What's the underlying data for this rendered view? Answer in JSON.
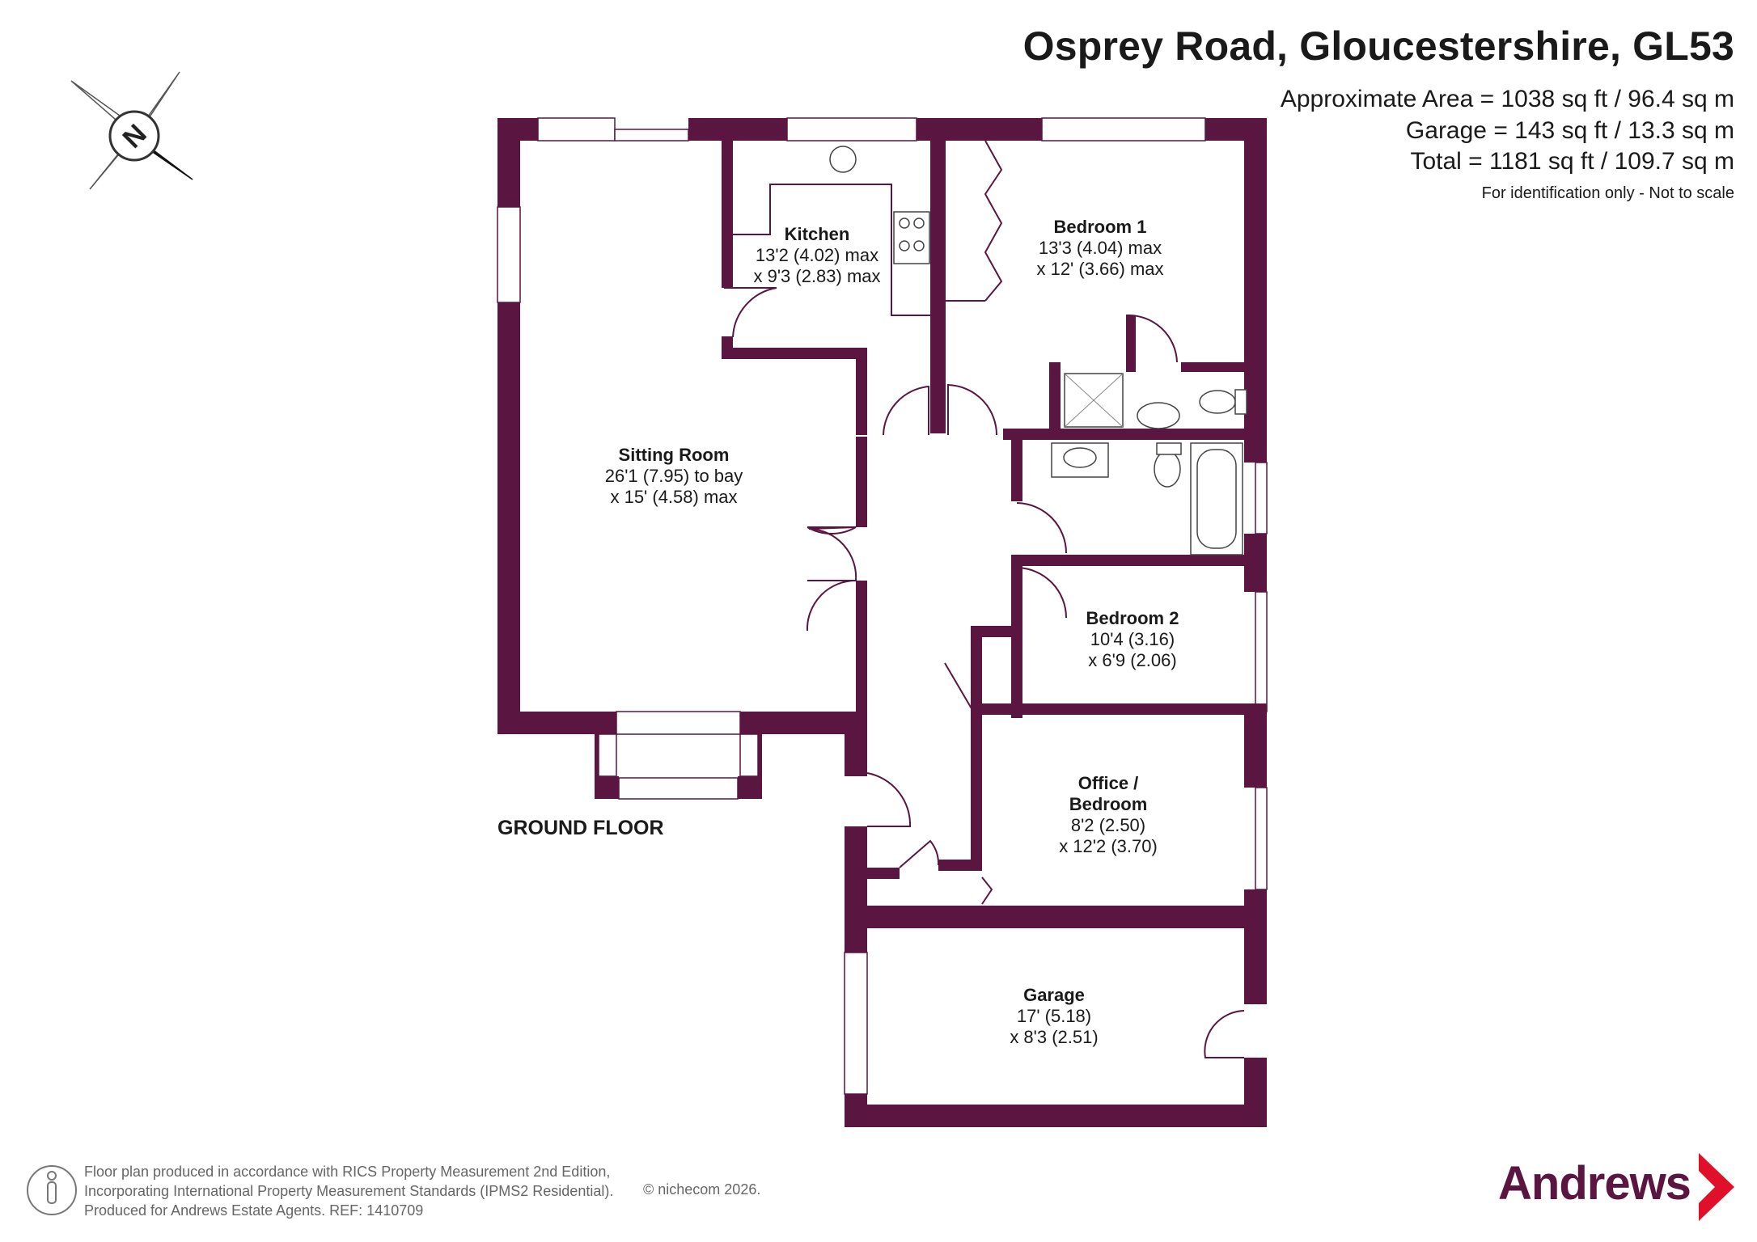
{
  "header": {
    "title": "Osprey Road, Gloucestershire, GL53",
    "approx_area": "Approximate Area = 1038 sq ft / 96.4 sq m",
    "garage_area": "Garage = 143 sq ft / 13.3 sq m",
    "total_area": "Total = 1181 sq ft / 109.7 sq m",
    "disclaimer": "For identification only - Not to scale"
  },
  "compass": {
    "letter": "N"
  },
  "rooms": {
    "kitchen": {
      "name": "Kitchen",
      "dim1": "13'2 (4.02) max",
      "dim2": "x 9'3 (2.83) max"
    },
    "bedroom1": {
      "name": "Bedroom 1",
      "dim1": "13'3 (4.04) max",
      "dim2": "x 12' (3.66) max"
    },
    "sitting": {
      "name": "Sitting Room",
      "dim1": "26'1 (7.95) to bay",
      "dim2": "x 15' (4.58) max"
    },
    "bedroom2": {
      "name": "Bedroom 2",
      "dim1": "10'4 (3.16)",
      "dim2": "x 6'9 (2.06)"
    },
    "office": {
      "name1": "Office /",
      "name2": "Bedroom",
      "dim1": "8'2 (2.50)",
      "dim2": "x 12'2 (3.70)"
    },
    "garage": {
      "name": "Garage",
      "dim1": "17' (5.18)",
      "dim2": "x 8'3 (2.51)"
    }
  },
  "floor_label": "GROUND FLOOR",
  "footer": {
    "line1": "Floor plan produced in accordance with RICS Property Measurement 2nd Edition,",
    "line2": "Incorporating International Property Measurement Standards (IPMS2 Residential).",
    "line3": "Produced for Andrews Estate Agents.   REF: 1410709",
    "copyright": "© nichecom 2026."
  },
  "brand": {
    "name": "Andrews"
  },
  "colors": {
    "wall": "#5a1541",
    "text": "#1a1a1a",
    "footer": "#666666"
  }
}
